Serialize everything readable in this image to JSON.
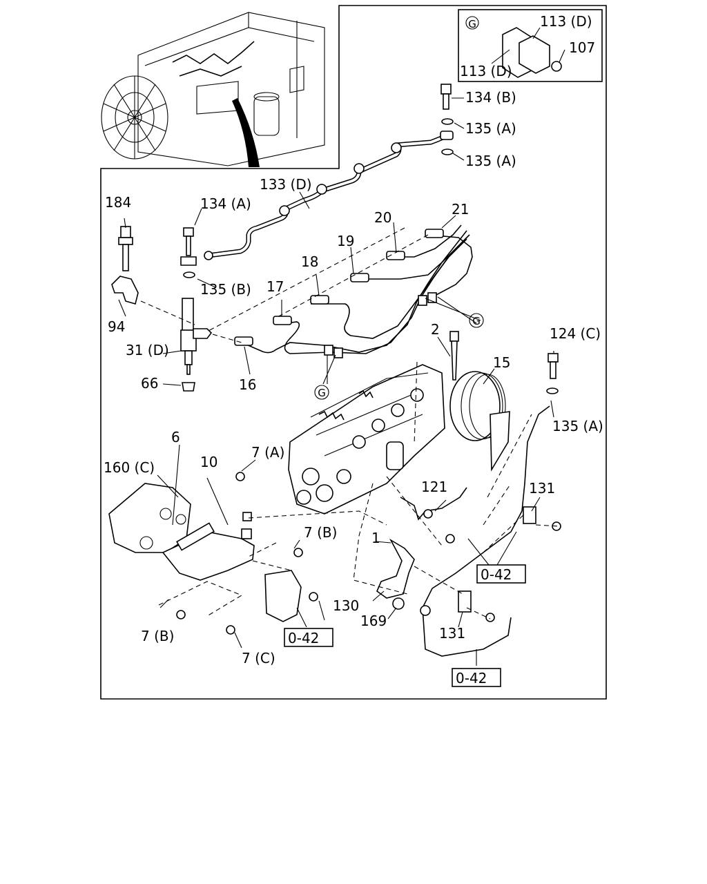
{
  "detail_box": {
    "marker": "G",
    "labels": [
      "113 (D)",
      "107",
      "113 (D)"
    ]
  },
  "callouts": [
    "134 (B)",
    "135 (A)",
    "135 (A)",
    "133 (D)",
    "184",
    "134 (A)",
    "20",
    "21",
    "19",
    "18",
    "135 (B)",
    "17",
    "94",
    "31 (D)",
    "16",
    "66",
    "2",
    "15",
    "124 (C)",
    "135 (A)",
    "6",
    "7 (A)",
    "10",
    "160 (C)",
    "121",
    "131",
    "7 (B)",
    "1",
    "130",
    "169",
    "131",
    "7 (B)",
    "7 (C)"
  ],
  "markers": [
    "G",
    "G"
  ],
  "refs": [
    "0-42",
    "0-42",
    "0-42"
  ]
}
